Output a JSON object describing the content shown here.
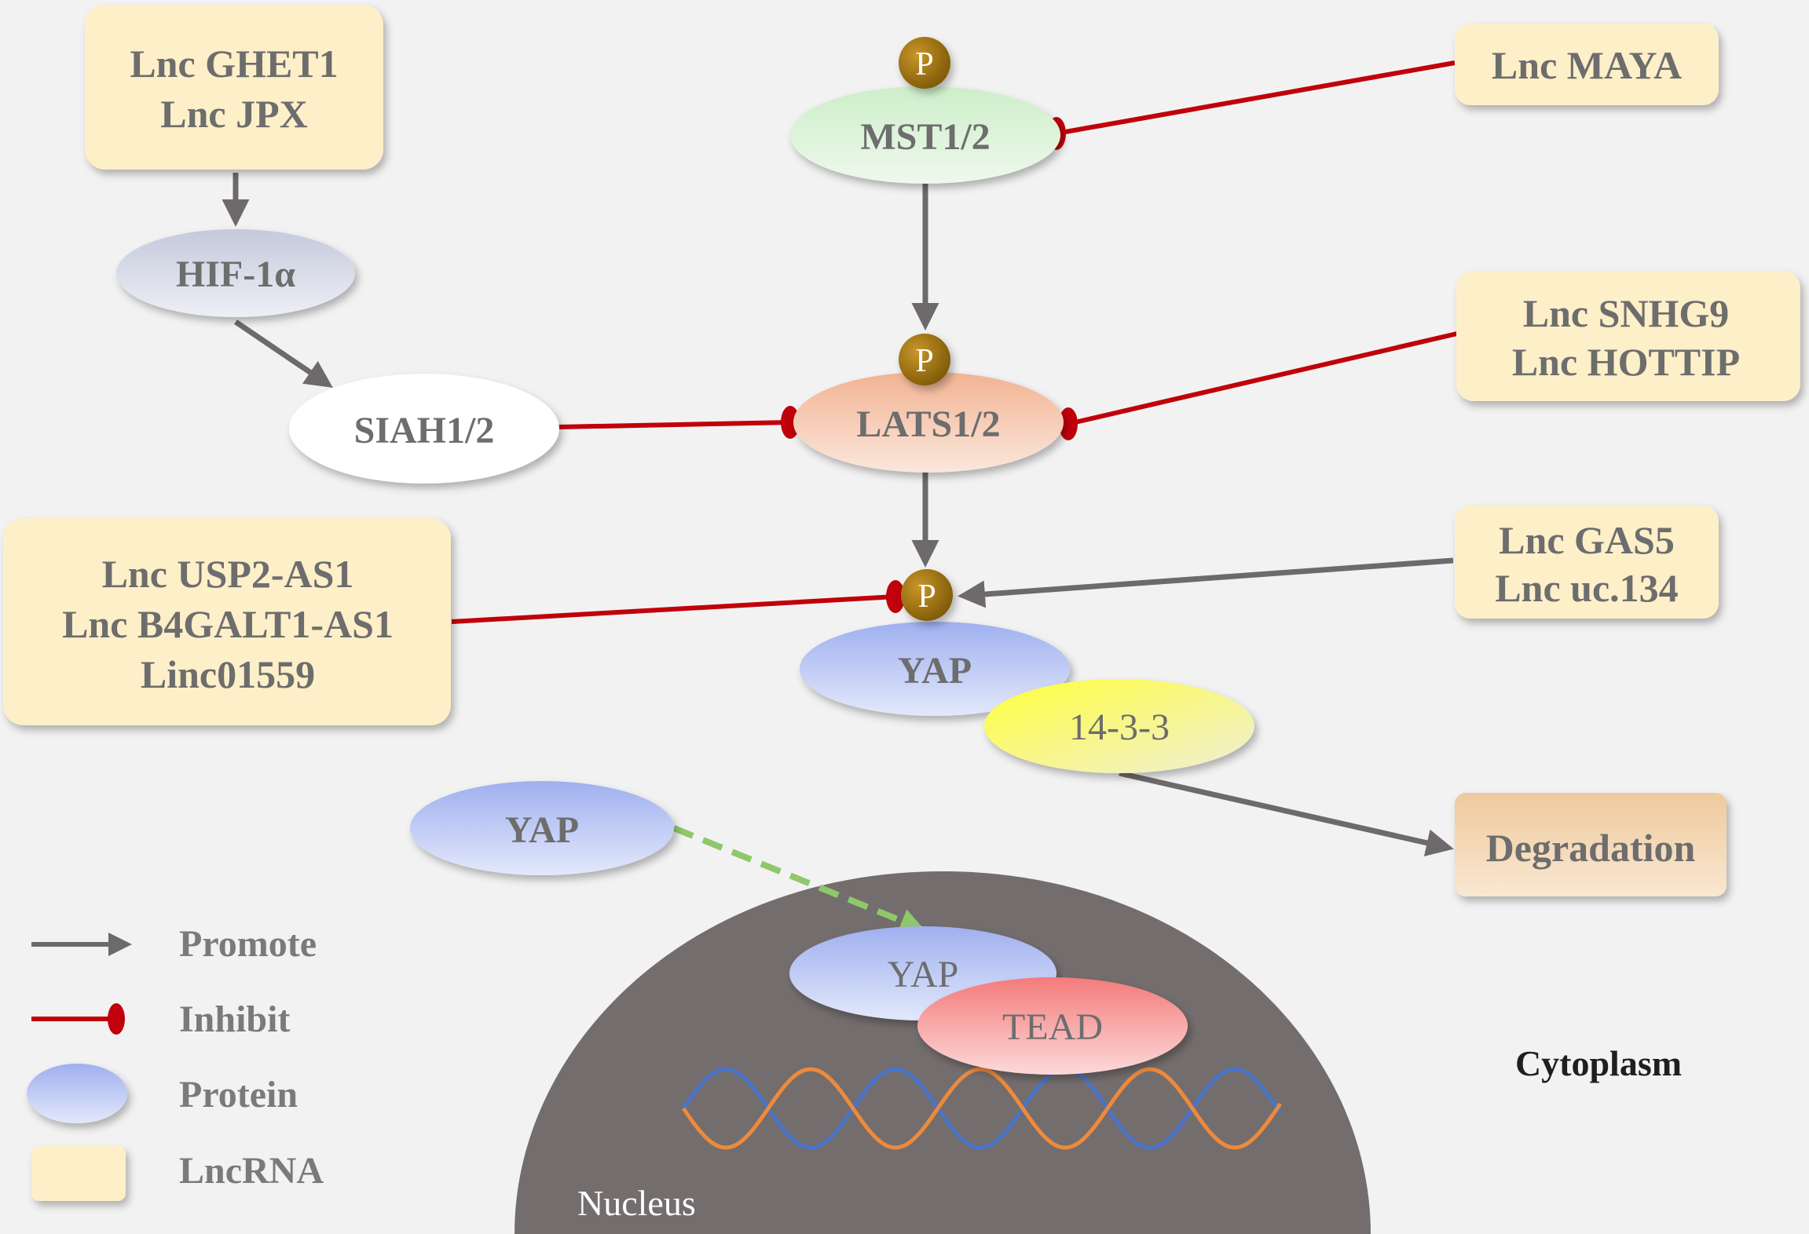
{
  "lncrna_boxes": {
    "ghet1_jpx": [
      "Lnc GHET1",
      "Lnc JPX"
    ],
    "maya": [
      "Lnc MAYA"
    ],
    "snhg9_hottip": [
      "Lnc SNHG9",
      "Lnc HOTTIP"
    ],
    "usp2_group": [
      "Lnc USP2-AS1",
      "Lnc B4GALT1-AS1",
      "Linc01559"
    ],
    "gas5_uc134": [
      "Lnc GAS5",
      "Lnc uc.134"
    ]
  },
  "proteins": {
    "mst": "MST1/2",
    "hif": "HIF-1α",
    "siah": "SIAH1/2",
    "lats": "LATS1/2",
    "yap_cyto": "YAP",
    "fourteen33": "14-3-3",
    "yap_free": "YAP",
    "yap_nuclear": "YAP",
    "tead": "TEAD"
  },
  "phospho_label": "P",
  "degradation": "Degradation",
  "compartments": {
    "nucleus": "Nucleus",
    "cytoplasm": "Cytoplasm"
  },
  "legend": {
    "promote": "Promote",
    "inhibit": "Inhibit",
    "protein": "Protein",
    "lncrna": "LncRNA"
  },
  "colors": {
    "promote_arrow": "#6e6a6b",
    "inhibit_line": "#c0000a",
    "lncrna_box": "#fdefc8",
    "nucleus": "#736d6d",
    "phospho": "#a77a0a",
    "dna_blue": "#4a74c9",
    "dna_orange": "#ed8a3c",
    "translocation_arrow": "#8fc76a"
  }
}
